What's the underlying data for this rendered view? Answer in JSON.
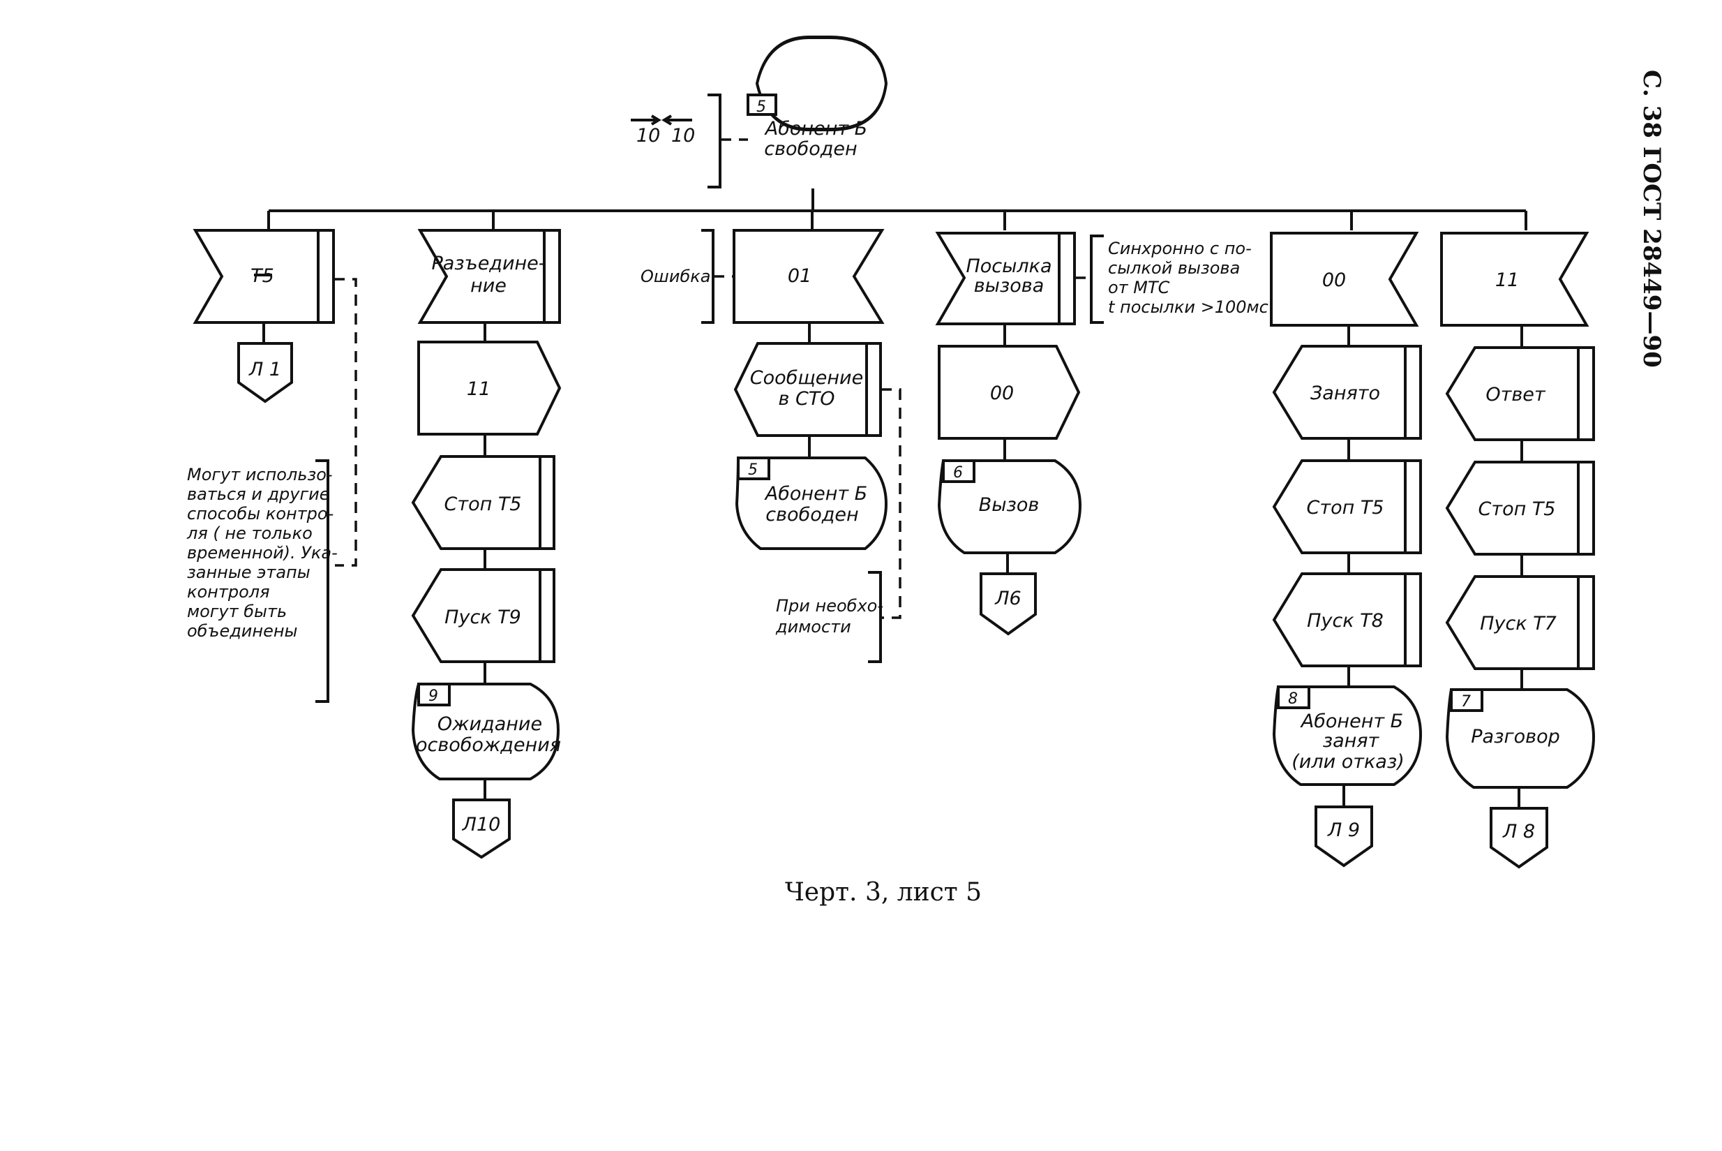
{
  "page_header": "С. 38 ГОСТ 28449—90",
  "caption": "Черт. 3, лист 5",
  "top_state": {
    "number": "5",
    "line1": "Абонент Б",
    "line2": "свободен"
  },
  "top_refs": {
    "out": "10",
    "in": "10"
  },
  "columns": {
    "c1": {
      "input": "T5",
      "connector": "Л 1"
    },
    "c2": {
      "input_line1": "Разъедине-",
      "input_line2": "ние",
      "output": "11",
      "task1": "Стоп Т5",
      "task2": "Пуск Т9",
      "state_number": "9",
      "state_line1": "Ожидание",
      "state_line2": "освобождения",
      "connector": "Л10"
    },
    "c3": {
      "input": "01",
      "output_line1": "Сообщение",
      "output_line2": "в СТО",
      "state_number": "5",
      "state_line1": "Абонент Б",
      "state_line2": "свободен"
    },
    "c4": {
      "input_line1": "Посылка",
      "input_line2": "вызова",
      "output": "00",
      "state_number": "6",
      "state_label": "Вызов",
      "connector": "Л6"
    },
    "c5": {
      "input": "00",
      "task1": "Занято",
      "task2": "Стоп Т5",
      "task3": "Пуск Т8",
      "state_number": "8",
      "state_line1": "Абонент Б",
      "state_line2": "занят",
      "state_line3": "(или отказ)",
      "connector": "Л 9"
    },
    "c6": {
      "input": "11",
      "task1": "Ответ",
      "task2": "Стоп Т5",
      "task3": "Пуск Т7",
      "state_number": "7",
      "state_label": "Разговор",
      "connector": "Л 8"
    }
  },
  "annotations": {
    "error": "Ошибка",
    "sync": [
      "Синхронно с по-",
      "сылкой вызова",
      "от  МТС",
      "t посылки >100мс"
    ],
    "control": [
      "Могут использо-",
      "ваться и другие",
      "способы контро-",
      "ля ( не только",
      "временной). Ука-",
      "занные этапы",
      "контроля",
      "могут быть",
      "объединены"
    ],
    "when_needed": [
      "При необхо-",
      "димости"
    ]
  }
}
